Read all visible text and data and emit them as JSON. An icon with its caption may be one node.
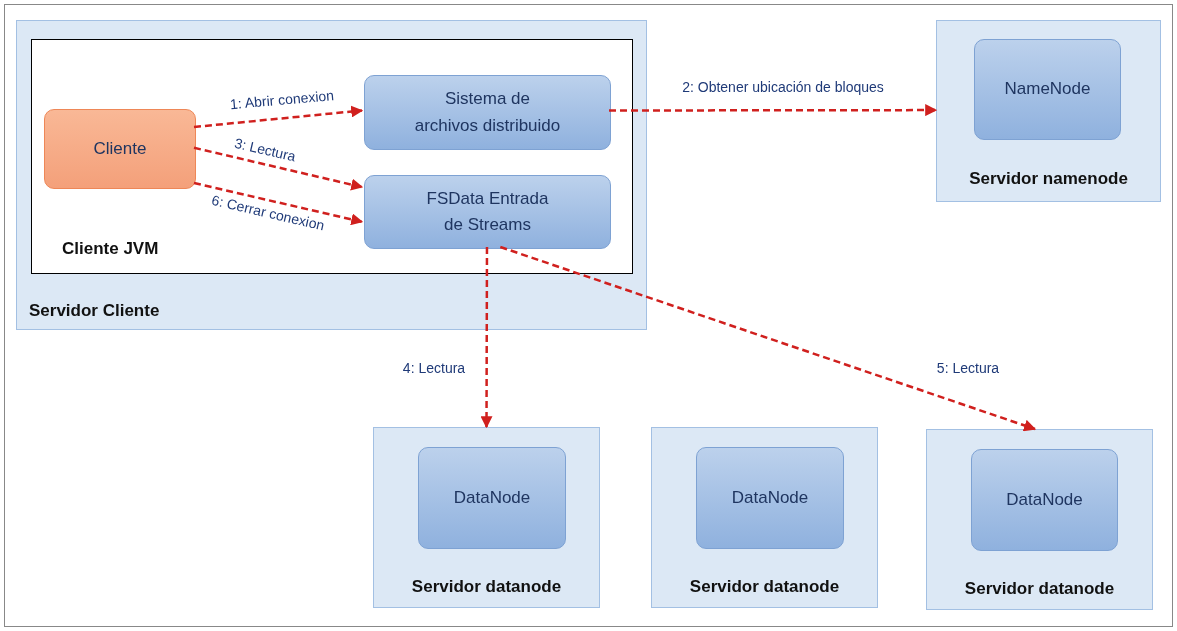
{
  "diagram": {
    "nodes": [
      {
        "text": [
          "Servidor Cliente"
        ]
      },
      {
        "text": [
          "Cliente JVM"
        ],
        "in": 0
      },
      {
        "text": [
          "Cliente"
        ],
        "in": 1
      },
      {
        "text": [
          "Sistema de archivos distribuido"
        ],
        "in": 1
      },
      {
        "text": [
          "FSData Entrada de Streams"
        ],
        "in": 1
      },
      {
        "text": [
          "Servidor namenode"
        ]
      },
      {
        "text": [
          "NameNode"
        ],
        "in": 5
      },
      {
        "text": [
          "Servidor datanode"
        ]
      },
      {
        "text": [
          "DataNode"
        ],
        "in": 7
      },
      {
        "text": [
          "Servidor datanode"
        ]
      },
      {
        "text": [
          "DataNode"
        ],
        "in": 9
      },
      {
        "text": [
          "Servidor datanode"
        ]
      },
      {
        "text": [
          "DataNode"
        ],
        "in": 11
      }
    ],
    "edges": [
      {
        "from": 2,
        "to": 3,
        "arrow": "to",
        "label": "1: Abrir conexion",
        "style": "dashed"
      },
      {
        "from": 3,
        "to": 5,
        "arrow": "to",
        "label": "2: Obtener ubicación de bloques",
        "style": "dashed"
      },
      {
        "from": 2,
        "to": 4,
        "arrow": "to",
        "label": "3: Lectura",
        "style": "dashed"
      },
      {
        "from": 2,
        "to": 4,
        "arrow": "to",
        "label": "6: Cerrar conexion",
        "style": "dashed"
      },
      {
        "from": 4,
        "to": 7,
        "arrow": "to",
        "label": "4: Lectura",
        "style": "dashed"
      },
      {
        "from": 4,
        "to": 11,
        "arrow": "to",
        "label": "5: Lectura",
        "style": "dashed"
      }
    ]
  }
}
